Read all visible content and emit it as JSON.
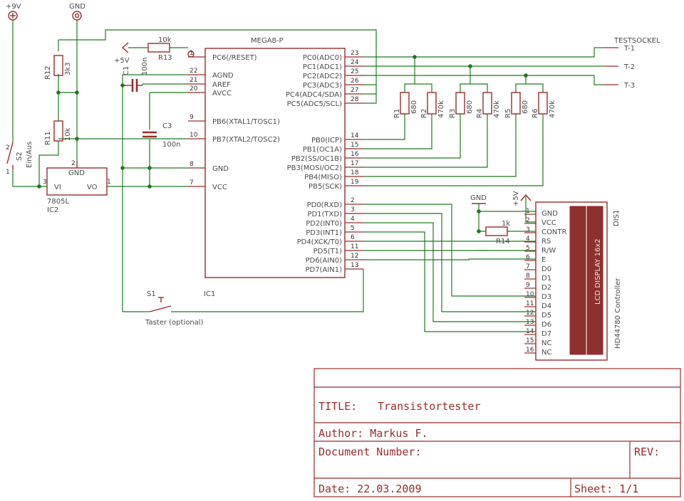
{
  "power": {
    "vcc_label": "+9V",
    "gnd_label": "GND",
    "v5_label": "+5V"
  },
  "mcu": {
    "name": "MEGA8-P",
    "ref": "IC1",
    "left_pins": [
      {
        "num": "1",
        "name": "PC6(/RESET)"
      },
      {
        "num": "22",
        "name": "AGND"
      },
      {
        "num": "21",
        "name": "AREF"
      },
      {
        "num": "20",
        "name": "AVCC"
      },
      {
        "num": "9",
        "name": "PB6(XTAL1/TOSC1)"
      },
      {
        "num": "10",
        "name": "PB7(XTAL2/TOSC2)"
      },
      {
        "num": "8",
        "name": "GND"
      },
      {
        "num": "7",
        "name": "VCC"
      }
    ],
    "right_pins": [
      {
        "num": "23",
        "name": "PC0(ADC0)"
      },
      {
        "num": "24",
        "name": "PC1(ADC1)"
      },
      {
        "num": "25",
        "name": "PC2(ADC2)"
      },
      {
        "num": "26",
        "name": "PC3(ADC3)"
      },
      {
        "num": "27",
        "name": "PC4(ADC4/SDA)"
      },
      {
        "num": "28",
        "name": "PC5(ADC5/SCL)"
      },
      {
        "num": "14",
        "name": "PB0(ICP)"
      },
      {
        "num": "15",
        "name": "PB1(OC1A)"
      },
      {
        "num": "16",
        "name": "PB2(SS/OC1B)"
      },
      {
        "num": "17",
        "name": "PB3(MOSI/OC2)"
      },
      {
        "num": "18",
        "name": "PB4(MISO)"
      },
      {
        "num": "19",
        "name": "PB5(SCK)"
      },
      {
        "num": "2",
        "name": "PD0(RXD)"
      },
      {
        "num": "3",
        "name": "PD1(TXD)"
      },
      {
        "num": "4",
        "name": "PD2(INT0)"
      },
      {
        "num": "5",
        "name": "PD3(INT1)"
      },
      {
        "num": "6",
        "name": "PD4(XCK/T0)"
      },
      {
        "num": "11",
        "name": "PD5(T1)"
      },
      {
        "num": "12",
        "name": "PD6(AIN0)"
      },
      {
        "num": "13",
        "name": "PD7(AIN1)"
      }
    ]
  },
  "regulator": {
    "gnd": "GND",
    "vi": "VI",
    "vo": "VO",
    "name": "7805L",
    "ref": "IC2",
    "pin_gnd": "2",
    "pin_in": "3",
    "pin_out": "1"
  },
  "resistors": {
    "r12": {
      "ref": "R12",
      "value": "3k3"
    },
    "r11": {
      "ref": "R11",
      "value": "10k"
    },
    "r13": {
      "ref": "R13",
      "value": "10k"
    },
    "r14": {
      "ref": "R14",
      "value": "1k"
    },
    "test": [
      {
        "ref": "R1",
        "value": "680"
      },
      {
        "ref": "R2",
        "value": "470k"
      },
      {
        "ref": "R3",
        "value": "680"
      },
      {
        "ref": "R4",
        "value": "470k"
      },
      {
        "ref": "R5",
        "value": "680"
      },
      {
        "ref": "R6",
        "value": "470k"
      }
    ]
  },
  "capacitors": {
    "c1": {
      "ref": "C1",
      "value": "100n"
    },
    "c3": {
      "ref": "C3",
      "value": "100n"
    }
  },
  "switches": {
    "s2": {
      "ref": "S2",
      "label": "Ein/Aus",
      "pin1": "1",
      "pin2": "2"
    },
    "s1": {
      "ref": "S1",
      "label": "Taster (optional)"
    }
  },
  "testsocket": {
    "label": "TESTSOCKEL",
    "pins": [
      "T-1",
      "T-2",
      "T-3"
    ]
  },
  "lcd": {
    "ref": "DIS1",
    "type": "LCD DISPLAY 16x2",
    "controller": "HD44780 Controller",
    "pins": [
      "GND",
      "VCC",
      "CONTR",
      "RS",
      "R/W",
      "E",
      "D0",
      "D1",
      "D2",
      "D3",
      "D4",
      "D5",
      "D6",
      "D7",
      "NC",
      "NC"
    ]
  },
  "title_block": {
    "title_label": "TITLE:",
    "title": "Transistortester",
    "author": "Author: Markus F.",
    "document_number": "Document Number:",
    "rev": "REV:",
    "date": "Date: 22.03.2009",
    "sheet": "Sheet: 1/1"
  }
}
